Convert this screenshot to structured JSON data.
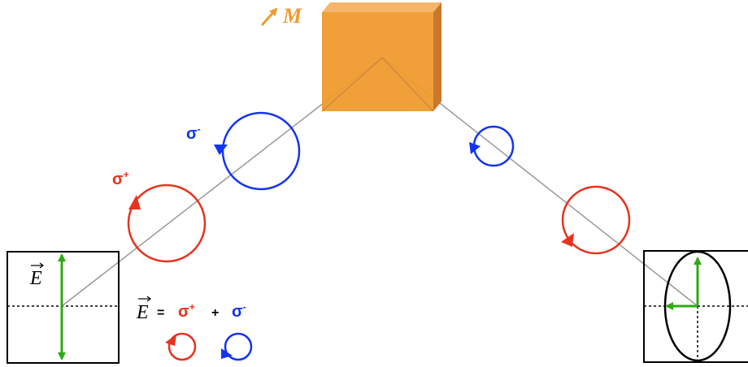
{
  "magnet": {
    "label": "M",
    "color": "#F09A2E",
    "arrow_color": "#F09A2E"
  },
  "incident_box": {
    "e_field_label": "E"
  },
  "labels": {
    "sigma_minus": "σ",
    "sigma_minus_sup": "-",
    "sigma_plus": "σ",
    "sigma_plus_sup": "+"
  },
  "equation": {
    "lhs": "E",
    "equals": "=",
    "term1": "σ",
    "term1_sup": "+",
    "plus": "+",
    "term2": "σ",
    "term2_sup": "-"
  },
  "colors": {
    "sigma_plus": "#E8321E",
    "sigma_minus": "#1434F0",
    "e_field": "#2DAA12",
    "beam": "#999999",
    "frame": "#000000"
  }
}
